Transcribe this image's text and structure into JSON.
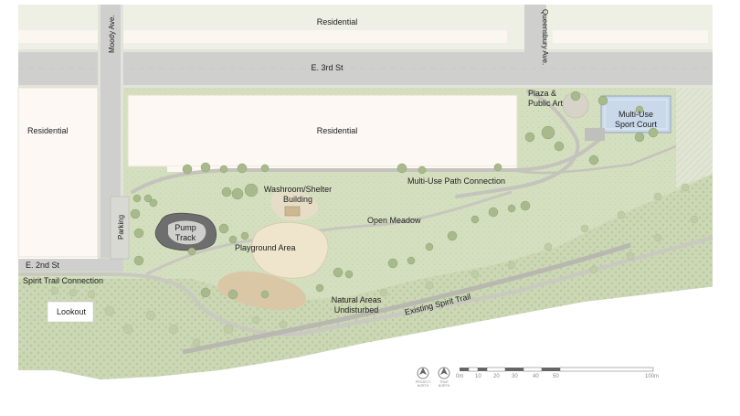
{
  "labels": {
    "residential_top": "Residential",
    "moody_ave": "Moody Ave.",
    "queensbury_ave": "Queensbury Ave.",
    "e_3rd_st": "E. 3rd St",
    "plaza": "Plaza &\nPublic Art",
    "sport_court": "Multi-Use\nSport Court",
    "residential_left": "Residential",
    "residential_center": "Residential",
    "multi_use_path": "Multi-Use Path Connection",
    "washroom": "Washroom/Shelter\nBuilding",
    "parking": "Parking",
    "pump_track": "Pump\nTrack",
    "open_meadow": "Open Meadow",
    "playground": "Playground Area",
    "e_2nd_st": "E. 2nd St",
    "spirit_trail_connection": "Spirit Trail Connection",
    "lookout": "Lookout",
    "natural_areas": "Natural Areas\nUndisturbed",
    "existing_spirit_trail": "Existing Spirit Trail"
  },
  "scale": {
    "ticks": [
      "0m",
      "10",
      "20",
      "30",
      "40",
      "50",
      "100m"
    ]
  },
  "north": {
    "project_north": "PROJECT\nNORTH",
    "true_north": "TRUE\nNORTH"
  },
  "colors": {
    "road": "#cfd0cd",
    "residential": "#fdf8f3",
    "park": "#d5e0c1",
    "tree": "#a6b98a",
    "path": "#c4c3bc",
    "court": "#c9d9ea"
  }
}
